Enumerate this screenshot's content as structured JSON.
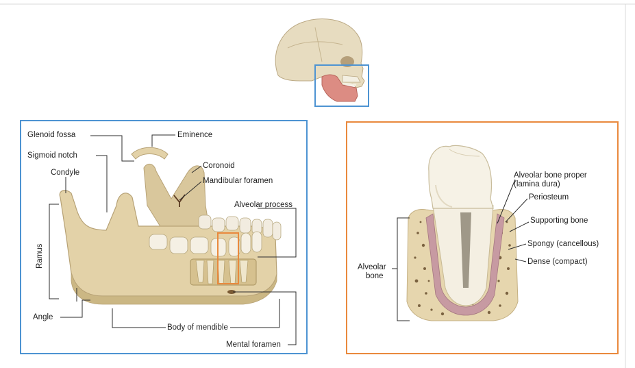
{
  "mandible_labels": {
    "glenoid_fossa": "Glenoid fossa",
    "eminence": "Eminence",
    "sigmoid_notch": "Sigmoid notch",
    "coronoid": "Coronoid",
    "condyle": "Condyle",
    "mandibular_foramen": "Mandibular foramen",
    "alveolar_process": "Alveolar process",
    "ramus": "Ramus",
    "angle": "Angle",
    "body_of_mendible": "Body of mendible",
    "mental_foramen": "Mental foramen"
  },
  "tooth_labels": {
    "alveolar_bone_proper_1": "Alveolar bone proper",
    "alveolar_bone_proper_2": "(lamina dura)",
    "periosteum": "Periosteum",
    "supporting_bone": "Supporting bone",
    "spongy": "Spongy (cancellous)",
    "dense": "Dense (compact)",
    "alveolar_bone_1": "Alveolar",
    "alveolar_bone_2": "bone"
  },
  "colors": {
    "mandible_panel_border": "#4d93d2",
    "tooth_panel_border": "#e9893d",
    "skull_highlight_box": "#4d93d2",
    "tooth_highlight_box": "#e9893d",
    "bone": "#e3d2a8",
    "bone_shadow": "#c9b587",
    "enamel": "#f4f0e2",
    "lamina_dura": "#c79aa2",
    "jaw_highlight": "#dc8c83",
    "leader_line": "#2b2b2b"
  }
}
